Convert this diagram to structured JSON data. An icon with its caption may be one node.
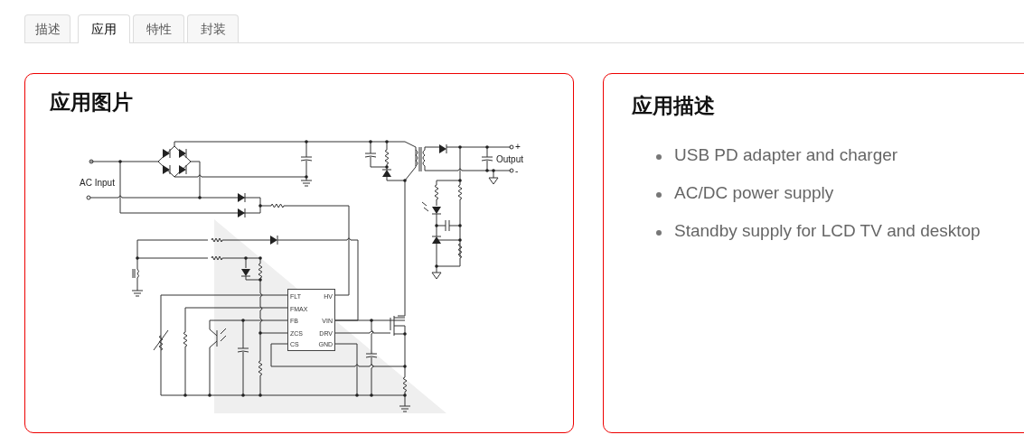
{
  "diagram": {
    "nodes": [
      {
        "text": [
          "应用图片"
        ]
      },
      {
        "text": [
          "FLT",
          "HV",
          "FMAX",
          "VIN",
          "FB",
          "DRV",
          "ZCS",
          "CS",
          "GND"
        ],
        "in": 0
      },
      {
        "text": [
          "应用描述",
          "USB PD adapter and charger",
          "AC/DC power supply",
          "Standby supply for LCD TV and desktop"
        ]
      }
    ],
    "labels": [
      "描述",
      "应用",
      "特性",
      "封装",
      "AC Input",
      "Output",
      "+",
      "-"
    ]
  }
}
